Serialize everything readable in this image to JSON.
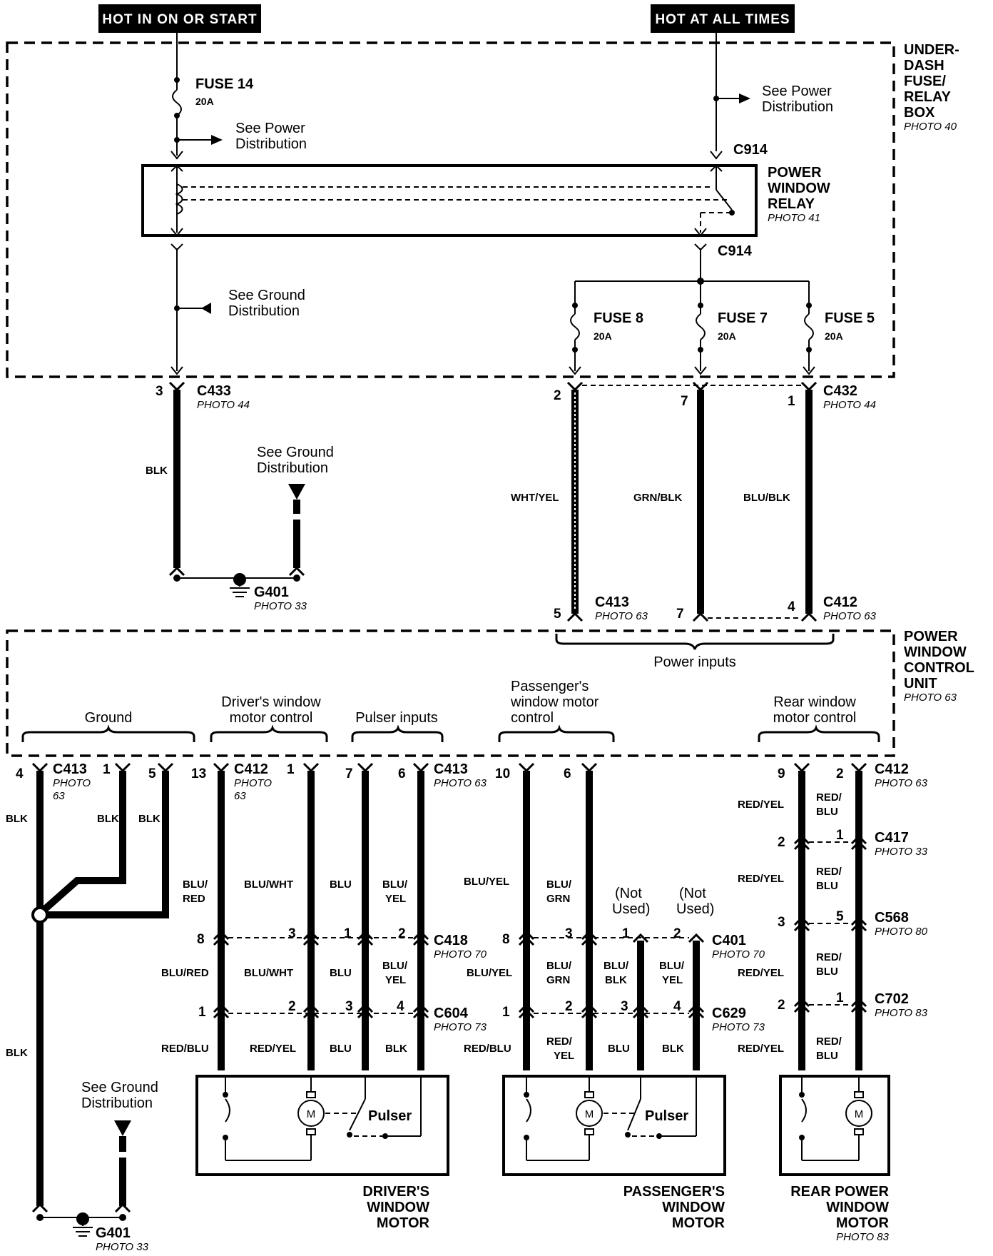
{
  "headers": {
    "hot_start": "HOT IN ON OR START",
    "hot_all": "HOT AT ALL TIMES"
  },
  "underdash_box": {
    "label_lines": [
      "UNDER-",
      "DASH",
      "FUSE/",
      "RELAY",
      "BOX"
    ],
    "photo": "PHOTO 40",
    "fuse14": {
      "name": "FUSE 14",
      "rating": "20A"
    },
    "see_power_1": [
      "See Power",
      "Distribution"
    ],
    "see_power_2": [
      "See Power",
      "Distribution"
    ],
    "c914_top": "C914",
    "c914_bottom": "C914",
    "relay_lines": [
      "POWER",
      "WINDOW",
      "RELAY"
    ],
    "relay_photo": "PHOTO 41",
    "see_ground": [
      "See Ground",
      "Distribution"
    ],
    "fuse8": {
      "name": "FUSE 8",
      "rating": "20A"
    },
    "fuse7": {
      "name": "FUSE 7",
      "rating": "20A"
    },
    "fuse5": {
      "name": "FUSE 5",
      "rating": "20A"
    }
  },
  "mid": {
    "c433": {
      "name": "C433",
      "photo": "PHOTO 44",
      "pin": "3"
    },
    "c432": {
      "name": "C432",
      "photo": "PHOTO 44",
      "pins": [
        "2",
        "7",
        "1"
      ]
    },
    "wire_blk": "BLK",
    "see_ground": [
      "See Ground",
      "Distribution"
    ],
    "g401": {
      "name": "G401",
      "photo": "PHOTO 33"
    },
    "wire_wht_yel": "WHT/YEL",
    "wire_grn_blk": "GRN/BLK",
    "wire_blu_blk": "BLU/BLK",
    "c413": {
      "name": "C413",
      "photo": "PHOTO 63",
      "pin_5": "5",
      "pin_7": "7"
    },
    "c412": {
      "name": "C412",
      "photo": "PHOTO 63",
      "pin": "4"
    }
  },
  "control_unit": {
    "label_lines": [
      "POWER",
      "WINDOW",
      "CONTROL",
      "UNIT"
    ],
    "photo": "PHOTO 63",
    "power_inputs": "Power inputs",
    "ground": "Ground",
    "drivers_control": [
      "Driver's window",
      "motor control"
    ],
    "pulser_inputs": "Pulser inputs",
    "passenger_control": [
      "Passenger's",
      "window motor",
      "control"
    ],
    "rear_control": [
      "Rear window",
      "motor control"
    ]
  },
  "bottom": {
    "c413_left": {
      "name": "C413",
      "photo_lines": [
        "PHOTO",
        "63"
      ],
      "pins": [
        "4",
        "1",
        "5"
      ]
    },
    "c412_left": {
      "name": "C412",
      "photo_lines": [
        "PHOTO",
        "63"
      ],
      "pins": [
        "13",
        "1"
      ]
    },
    "c413_mid": {
      "name": "C413",
      "photo": "PHOTO 63",
      "pins": [
        "7",
        "6"
      ]
    },
    "pass_pins": [
      "10",
      "6"
    ],
    "c412_right": {
      "name": "C412",
      "photo": "PHOTO 63",
      "pins": [
        "9",
        "2"
      ]
    },
    "blk": "BLK",
    "wires": {
      "blu_red": [
        "BLU/",
        "RED"
      ],
      "blu_wht": "BLU/WHT",
      "blu": "BLU",
      "blu_yel": [
        "BLU/",
        "YEL"
      ],
      "blu_yel_1": "BLU/YEL",
      "blu_grn": [
        "BLU/",
        "GRN"
      ],
      "red_yel": "RED/YEL",
      "red_blu": [
        "RED/",
        "BLU"
      ]
    },
    "not_used": [
      "(Not",
      "Used)"
    ],
    "c417": {
      "name": "C417",
      "photo": "PHOTO 33",
      "pins": [
        "2",
        "1"
      ]
    },
    "c568": {
      "name": "C568",
      "photo": "PHOTO 80",
      "pins": [
        "3",
        "5"
      ]
    },
    "c702": {
      "name": "C702",
      "photo": "PHOTO 83",
      "pins": [
        "2",
        "1"
      ]
    },
    "c418": {
      "name": "C418",
      "photo": "PHOTO 70",
      "pins": [
        "8",
        "3",
        "1",
        "2"
      ]
    },
    "c401": {
      "name": "C401",
      "photo": "PHOTO 70",
      "pins": [
        "8",
        "3",
        "1",
        "2"
      ]
    },
    "c604": {
      "name": "C604",
      "photo": "PHOTO 73",
      "pins": [
        "1",
        "2",
        "3",
        "4"
      ]
    },
    "c629": {
      "name": "C629",
      "photo": "PHOTO 73",
      "pins": [
        "1",
        "2",
        "3",
        "4"
      ]
    },
    "wires2": {
      "blu_red": "BLU/RED",
      "blu_wht": "BLU/WHT",
      "blu": "BLU",
      "blu_yel": [
        "BLU/",
        "YEL"
      ],
      "blu_yel_1": "BLU/YEL",
      "blu_grn": [
        "BLU/",
        "GRN"
      ],
      "blu_blk": [
        "BLU/",
        "BLK"
      ],
      "red_yel": "RED/YEL",
      "red_blu": [
        "RED/",
        "BLU"
      ]
    },
    "wires3": {
      "red_blu": "RED/BLU",
      "red_yel": "RED/YEL",
      "blu": "BLU",
      "blk": "BLK",
      "red_yel_2": [
        "RED/",
        "YEL"
      ],
      "red_blu_2": [
        "RED/",
        "BLU"
      ]
    },
    "motor_letter": "M",
    "pulser": "Pulser",
    "see_ground": [
      "See Ground",
      "Distribution"
    ],
    "g401": {
      "name": "G401",
      "photo": "PHOTO 33"
    },
    "drivers_motor": [
      "DRIVER'S",
      "WINDOW",
      "MOTOR"
    ],
    "passengers_motor": [
      "PASSENGER'S",
      "WINDOW",
      "MOTOR"
    ],
    "rear_motor": [
      "REAR POWER",
      "WINDOW",
      "MOTOR"
    ],
    "rear_photo": "PHOTO 83"
  }
}
